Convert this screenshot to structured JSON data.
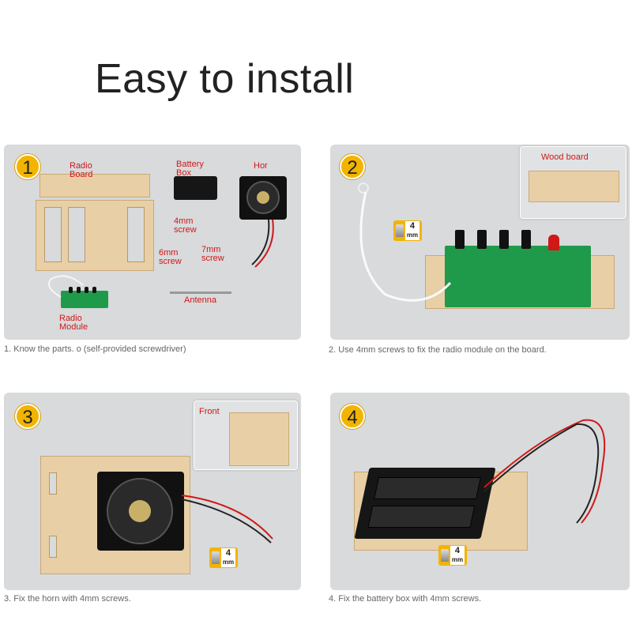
{
  "title": "Easy to install",
  "steps": [
    {
      "number": "1",
      "caption": "1. Know the parts. o (self-provided screwdriver)",
      "labels": {
        "radio_board": "Radio Board",
        "battery_box": "Battery Box",
        "horn": "Hor",
        "screw4": "4mm screw",
        "screw6": "6mm screw",
        "screw7": "7mm screw",
        "antenna": "Antenna",
        "radio_module": "Radio Module"
      }
    },
    {
      "number": "2",
      "caption": "2. Use 4mm screws to fix the radio module on the board.",
      "labels": {
        "wood_board": "Wood board"
      },
      "screw_tag": "4 mm"
    },
    {
      "number": "3",
      "caption": "3. Fix the horn with 4mm screws.",
      "labels": {
        "front": "Front"
      },
      "screw_tag": "4 mm"
    },
    {
      "number": "4",
      "caption": "4. Fix the battery box with 4mm screws.",
      "screw_tag": "4 mm"
    }
  ],
  "screw_tag_value": "4",
  "screw_tag_unit": "mm",
  "colors": {
    "badge": "#f2b400",
    "label_red": "#d01818",
    "panel": "#d8dadc",
    "wood": "#e8cfa6",
    "pcb": "#1f9a4a"
  }
}
